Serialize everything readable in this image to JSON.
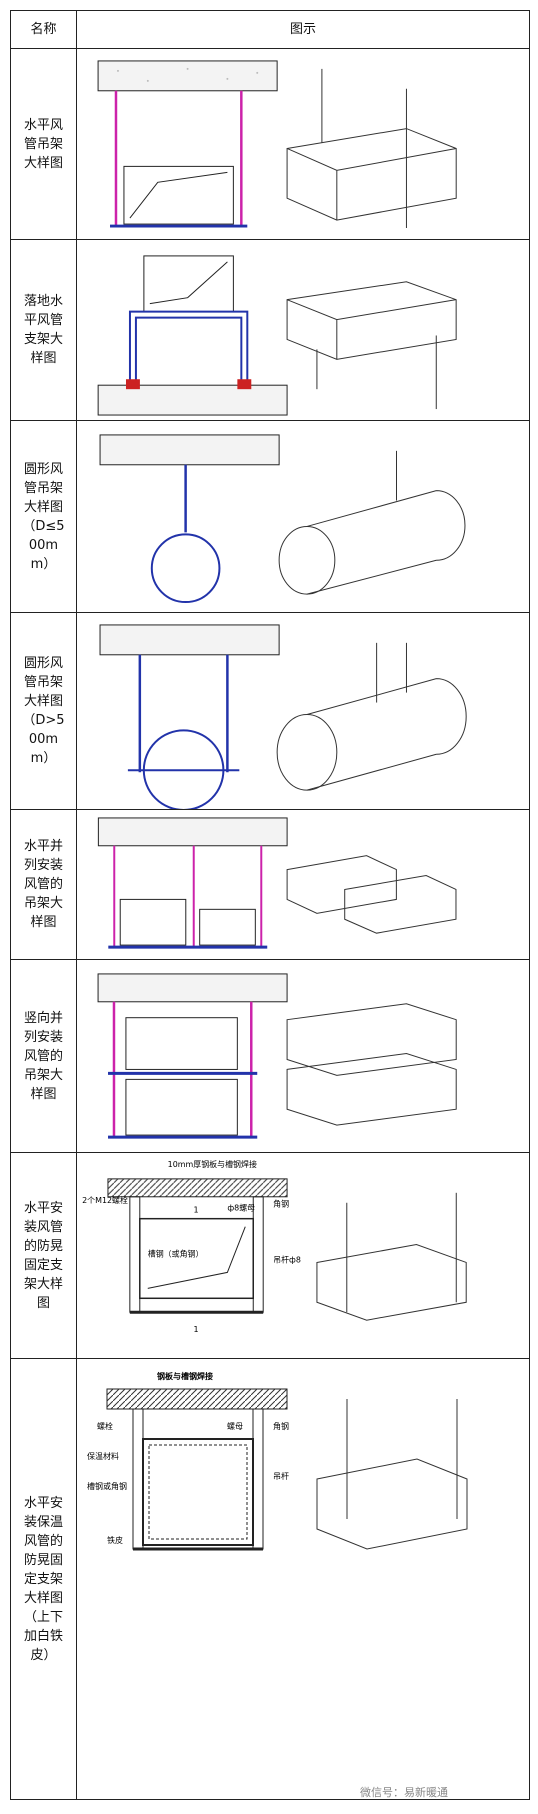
{
  "header": {
    "col_name": "名称",
    "col_figure": "图示"
  },
  "rows": [
    {
      "name": "水平风管吊架大样图"
    },
    {
      "name": "落地水平风管支架大样图"
    },
    {
      "name": "圆形风管吊架大样图（D≤500mm）"
    },
    {
      "name": "圆形风管吊架大样图（D>500mm）"
    },
    {
      "name": "水平并列安装风管的吊架大样图"
    },
    {
      "name": "竖向并列安装风管的吊架大样图"
    },
    {
      "name": "水平安装风管的防晃固定支架大样图",
      "labels": {
        "top": "10mm厚钢板与槽钢焊接",
        "bolt2": "2个M12螺栓",
        "rod": "ф8螺母",
        "angle": "角钢",
        "channel": "槽钢（或角钢）",
        "hanger": "吊杆ф8",
        "sec1": "1",
        "sec2": "1"
      }
    },
    {
      "name": "水平安装保温风管的防晃固定支架大样图（上下加白铁皮）",
      "labels": {
        "top": "钢板与槽钢焊接",
        "bolt": "螺栓",
        "nut": "螺母",
        "angle": "角钢",
        "insul": "保温材料",
        "channel": "槽钢或角钢",
        "hanger": "吊杆",
        "sheet": "铁皮"
      }
    }
  ],
  "watermark": "微信号：易新暖通",
  "colors": {
    "line": "#222222",
    "rod": "#cc22aa",
    "frame": "#2233aa"
  }
}
